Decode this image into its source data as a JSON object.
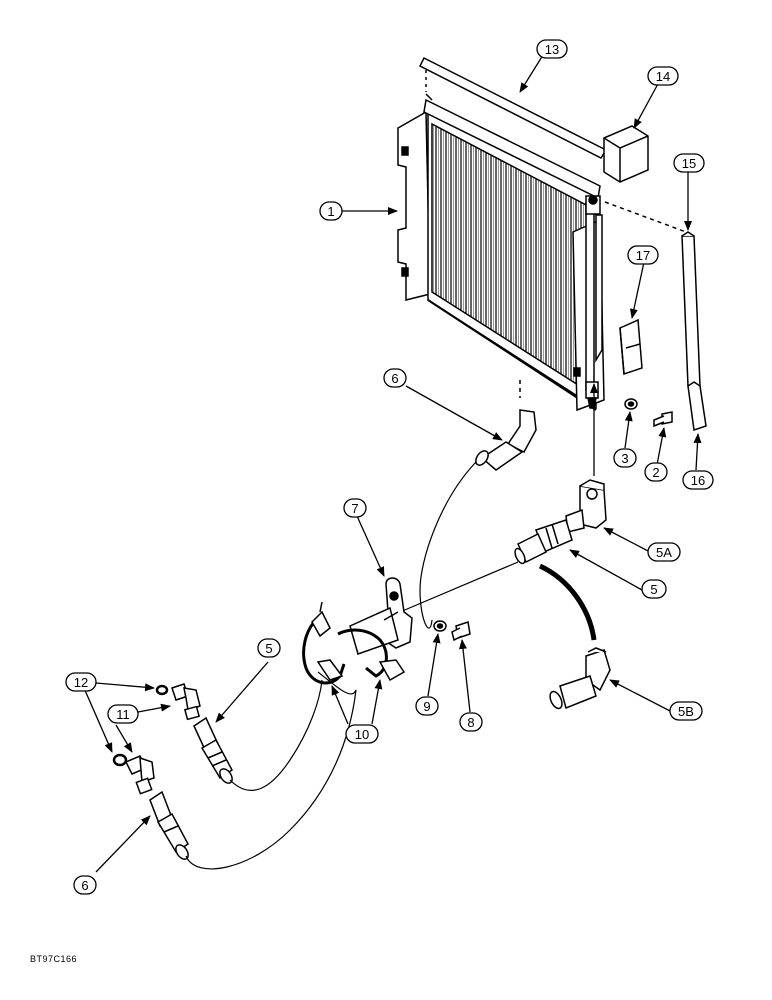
{
  "figure": {
    "reference_code": "BT97C166"
  },
  "callouts": [
    {
      "id": "c1",
      "label": "1"
    },
    {
      "id": "c2",
      "label": "2"
    },
    {
      "id": "c3",
      "label": "3"
    },
    {
      "id": "c5",
      "label": "5"
    },
    {
      "id": "c5a",
      "label": "5A"
    },
    {
      "id": "c5b",
      "label": "5B"
    },
    {
      "id": "c5l",
      "label": "5"
    },
    {
      "id": "c6t",
      "label": "6"
    },
    {
      "id": "c6b",
      "label": "6"
    },
    {
      "id": "c7",
      "label": "7"
    },
    {
      "id": "c8",
      "label": "8"
    },
    {
      "id": "c9",
      "label": "9"
    },
    {
      "id": "c10",
      "label": "10"
    },
    {
      "id": "c11",
      "label": "11"
    },
    {
      "id": "c12",
      "label": "12"
    },
    {
      "id": "c13",
      "label": "13"
    },
    {
      "id": "c14",
      "label": "14"
    },
    {
      "id": "c15",
      "label": "15"
    },
    {
      "id": "c16",
      "label": "16"
    },
    {
      "id": "c17",
      "label": "17"
    }
  ]
}
